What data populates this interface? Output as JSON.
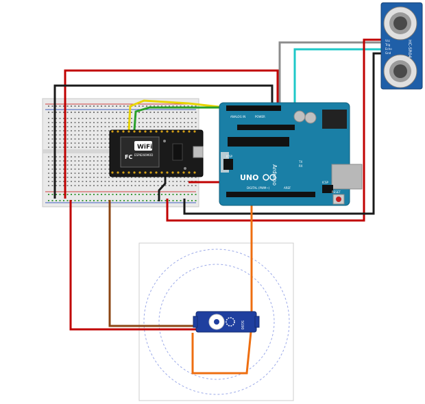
{
  "esp_module": {
    "wifi_text": "WiFi",
    "chip_text": "ESP8266MOD",
    "fcc_text": "FC"
  },
  "arduino": {
    "brand_text": "Arduino",
    "model_text": "UNO",
    "header_labels": {
      "aref": "AREF",
      "analog_in": "ANALOG IN",
      "power": "POWER",
      "digital": "DIGITAL (PWM~)",
      "icsp": "ICSP",
      "icsp2": "ICSP",
      "reset": "RESET",
      "tx": "TX",
      "rx": "RX"
    }
  },
  "ultrasonic": {
    "model_text": "HC-SR04",
    "pins": [
      "Vcc",
      "Trig",
      "Echo",
      "Gnd"
    ]
  },
  "servo": {
    "label_text": "SG90"
  },
  "colors": {
    "wire_red": "#c00000",
    "wire_black": "#1a1a1a",
    "wire_gray": "#8c8c8c",
    "wire_cyan": "#1ec8c8",
    "wire_yellow": "#e8d400",
    "wire_green": "#2aa02a",
    "wire_orange": "#ee6e10",
    "wire_brown": "#8b4513",
    "arduino_blue": "#1a7fa6",
    "sensor_blue": "#1f5fa8",
    "servo_blue": "#1f3f9f"
  }
}
